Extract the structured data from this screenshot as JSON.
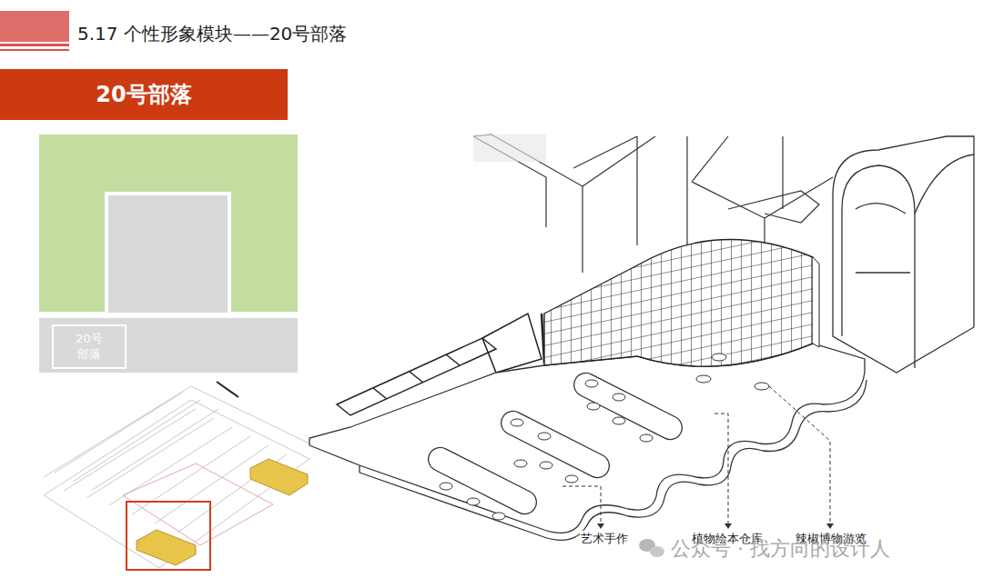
{
  "diagram": {
    "title": "5.17 个性形象模块——20号部落",
    "nodes": [
      {
        "text": [
          "20号部落"
        ]
      },
      {
        "text": [
          "20号 部落"
        ]
      }
    ],
    "labels": [
      "艺术手作",
      "植物绘本仓库",
      "辣椒博物游览",
      "公众号 · 找方向的设计人"
    ]
  }
}
